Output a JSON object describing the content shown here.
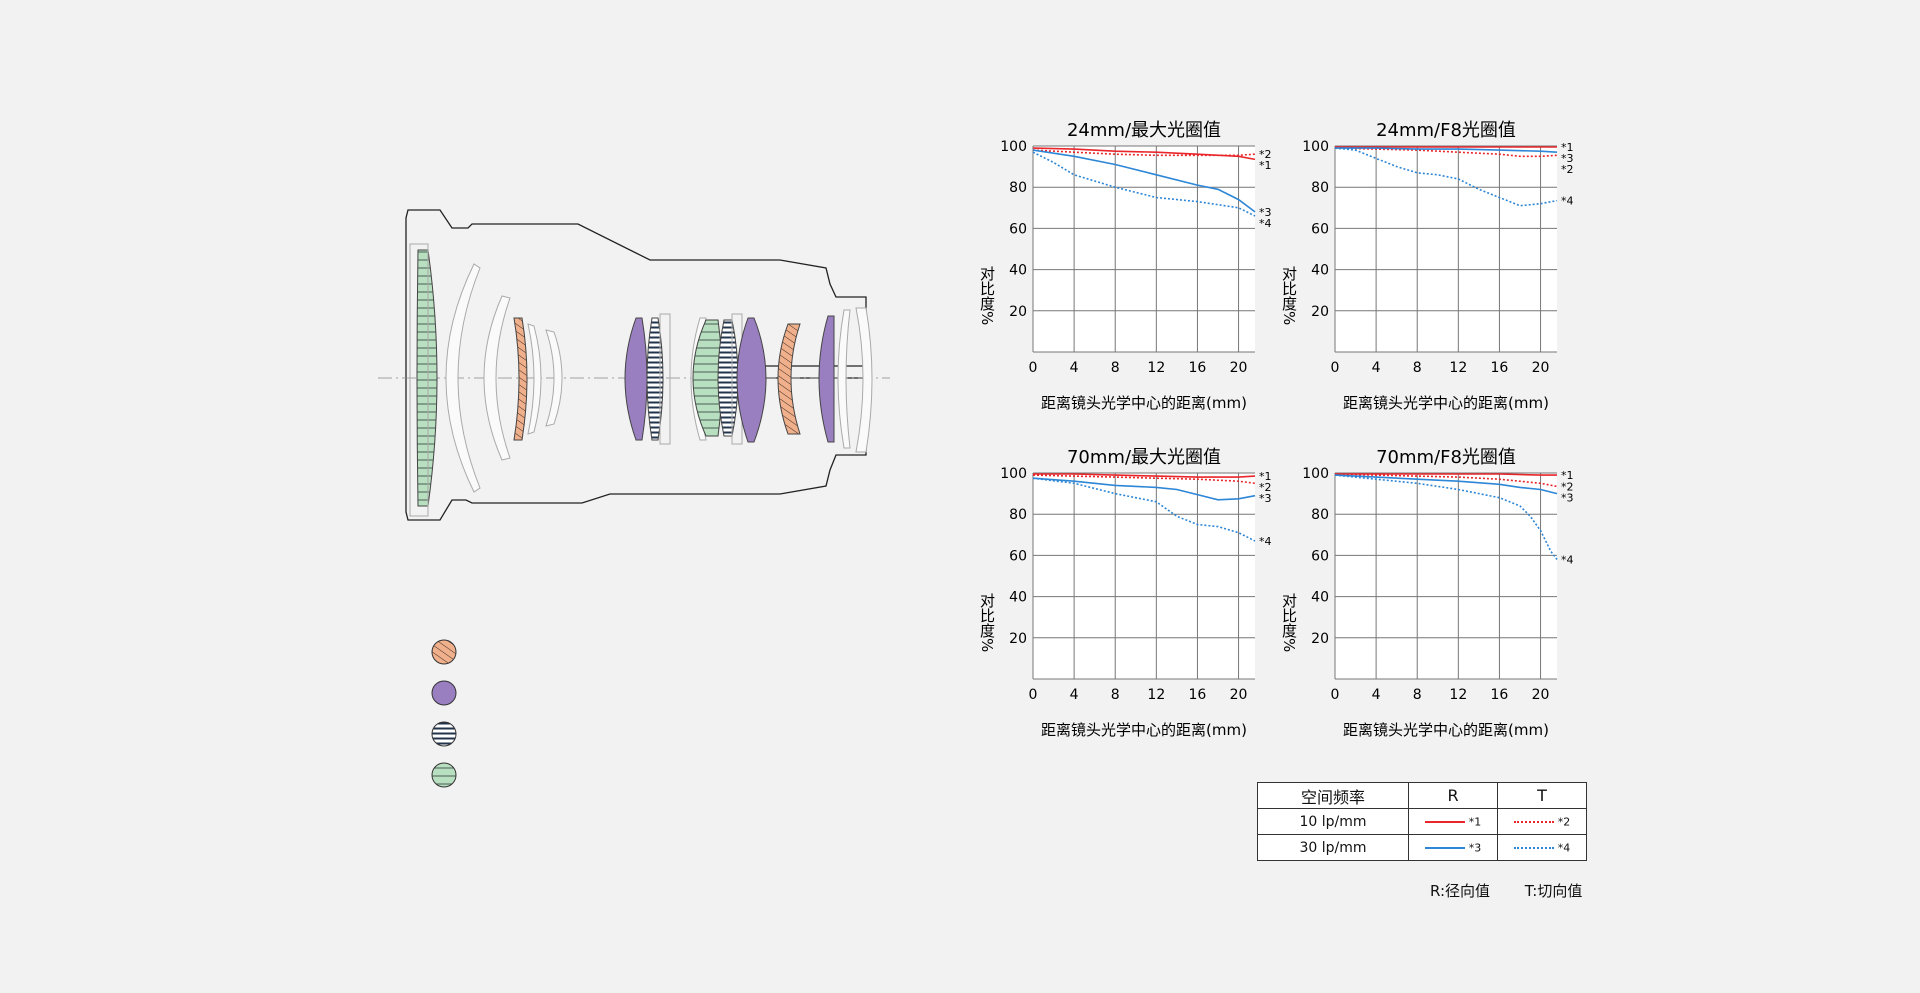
{
  "colors": {
    "red": "#e8262b",
    "blue": "#2d86d6",
    "grid": "#777777",
    "orange": "#f0b08c",
    "purple": "#9a7fc0",
    "navy": "#2c3e57",
    "green": "#b8dfbf"
  },
  "lens_diagram": {
    "legend": [
      {
        "icon": "orange-hatched-circle-icon"
      },
      {
        "icon": "purple-circle-icon"
      },
      {
        "icon": "navy-striped-circle-icon"
      },
      {
        "icon": "green-striped-circle-icon"
      }
    ]
  },
  "chart_data": [
    {
      "type": "line",
      "title": "24mm/最大光圈值",
      "xlabel": "距离镜头光学中心的距离(mm)",
      "ylabel": "对比度%",
      "xlim": [
        0,
        21.6
      ],
      "ylim": [
        0,
        100
      ],
      "xticks": [
        "0",
        "4",
        "8",
        "12",
        "16",
        "20"
      ],
      "yticks": [
        "100",
        "80",
        "60",
        "40",
        "20"
      ],
      "series": [
        {
          "name": "*1",
          "x": [
            0,
            4,
            8,
            12,
            16,
            20,
            21.6
          ],
          "values": [
            99,
            98.5,
            97.5,
            97,
            96,
            95,
            93.5
          ]
        },
        {
          "name": "*2",
          "x": [
            0,
            4,
            8,
            12,
            16,
            20,
            21.6
          ],
          "values": [
            98,
            97,
            96,
            95.5,
            95.5,
            95.5,
            96
          ]
        },
        {
          "name": "*3",
          "x": [
            0,
            4,
            8,
            12,
            16,
            18,
            20,
            21.6
          ],
          "values": [
            98,
            95,
            91,
            86,
            81,
            79,
            74,
            68
          ]
        },
        {
          "name": "*4",
          "x": [
            0,
            2,
            4,
            8,
            12,
            16,
            20,
            21.6
          ],
          "values": [
            97,
            92,
            86,
            80,
            75,
            73,
            70,
            66
          ]
        }
      ]
    },
    {
      "type": "line",
      "title": "24mm/F8光圈值",
      "xlabel": "距离镜头光学中心的距离(mm)",
      "ylabel": "对比度%",
      "xlim": [
        0,
        21.6
      ],
      "ylim": [
        0,
        100
      ],
      "xticks": [
        "0",
        "4",
        "8",
        "12",
        "16",
        "20"
      ],
      "yticks": [
        "100",
        "80",
        "60",
        "40",
        "20"
      ],
      "series": [
        {
          "name": "*1",
          "x": [
            0,
            4,
            8,
            12,
            16,
            20,
            21.6
          ],
          "values": [
            99.5,
            99.5,
            99.5,
            99.5,
            99.5,
            99.5,
            99.5
          ]
        },
        {
          "name": "*2",
          "x": [
            0,
            4,
            8,
            12,
            16,
            18,
            20,
            21.6
          ],
          "values": [
            99,
            98.5,
            98,
            97,
            96,
            95,
            95,
            95.5
          ]
        },
        {
          "name": "*3",
          "x": [
            0,
            4,
            8,
            12,
            16,
            20,
            21.6
          ],
          "values": [
            99,
            99,
            98.5,
            98.5,
            98,
            97.5,
            97
          ]
        },
        {
          "name": "*4",
          "x": [
            0,
            2,
            4,
            6,
            8,
            10,
            12,
            14,
            16,
            18,
            20,
            21.6
          ],
          "values": [
            99,
            98,
            94,
            90,
            87,
            86,
            84,
            79,
            75,
            71,
            72,
            73.5
          ]
        }
      ]
    },
    {
      "type": "line",
      "title": "70mm/最大光圈值",
      "xlabel": "距离镜头光学中心的距离(mm)",
      "ylabel": "对比度%",
      "xlim": [
        0,
        21.6
      ],
      "ylim": [
        0,
        100
      ],
      "xticks": [
        "0",
        "4",
        "8",
        "12",
        "16",
        "20"
      ],
      "yticks": [
        "100",
        "80",
        "60",
        "40",
        "20"
      ],
      "series": [
        {
          "name": "*1",
          "x": [
            0,
            4,
            8,
            12,
            16,
            20,
            21.6
          ],
          "values": [
            99.5,
            99.5,
            99,
            98.5,
            98,
            98,
            98.5
          ]
        },
        {
          "name": "*2",
          "x": [
            0,
            4,
            8,
            12,
            16,
            20,
            21.6
          ],
          "values": [
            99,
            98.5,
            98,
            97.5,
            97,
            96,
            95
          ]
        },
        {
          "name": "*3",
          "x": [
            0,
            4,
            8,
            12,
            14,
            16,
            18,
            20,
            21.6
          ],
          "values": [
            97.5,
            96,
            94,
            93,
            92,
            89.5,
            87,
            87.5,
            89
          ]
        },
        {
          "name": "*4",
          "x": [
            0,
            4,
            8,
            12,
            14,
            16,
            18,
            20,
            21.6
          ],
          "values": [
            97.5,
            95,
            90,
            86,
            79,
            75,
            74,
            71,
            67
          ]
        }
      ]
    },
    {
      "type": "line",
      "title": "70mm/F8光圈值",
      "xlabel": "距离镜头光学中心的距离(mm)",
      "ylabel": "对比度%",
      "xlim": [
        0,
        21.6
      ],
      "ylim": [
        0,
        100
      ],
      "xticks": [
        "0",
        "4",
        "8",
        "12",
        "16",
        "20"
      ],
      "yticks": [
        "100",
        "80",
        "60",
        "40",
        "20"
      ],
      "series": [
        {
          "name": "*1",
          "x": [
            0,
            4,
            8,
            12,
            16,
            20,
            21.6
          ],
          "values": [
            99.5,
            99.5,
            99.5,
            99.5,
            99.5,
            99,
            99
          ]
        },
        {
          "name": "*2",
          "x": [
            0,
            4,
            8,
            12,
            16,
            20,
            21.6
          ],
          "values": [
            99.5,
            99,
            98.5,
            98,
            97,
            95,
            93.5
          ]
        },
        {
          "name": "*3",
          "x": [
            0,
            4,
            8,
            12,
            16,
            18,
            20,
            21.6
          ],
          "values": [
            99,
            98,
            97,
            96,
            94.5,
            93,
            92,
            90
          ]
        },
        {
          "name": "*4",
          "x": [
            0,
            4,
            8,
            12,
            16,
            18,
            19,
            20,
            21,
            21.6
          ],
          "values": [
            99,
            97,
            95,
            92,
            88,
            84,
            79,
            72,
            62,
            58
          ]
        }
      ]
    }
  ],
  "frequency_table": {
    "header": {
      "freq": "空间频率",
      "r": "R",
      "t": "T"
    },
    "rows": [
      {
        "freq": "10 lp/mm",
        "r_mark": "*1",
        "t_mark": "*2"
      },
      {
        "freq": "30 lp/mm",
        "r_mark": "*3",
        "t_mark": "*4"
      }
    ]
  },
  "note": {
    "r": "R:径向值",
    "t": "T:切向值"
  }
}
